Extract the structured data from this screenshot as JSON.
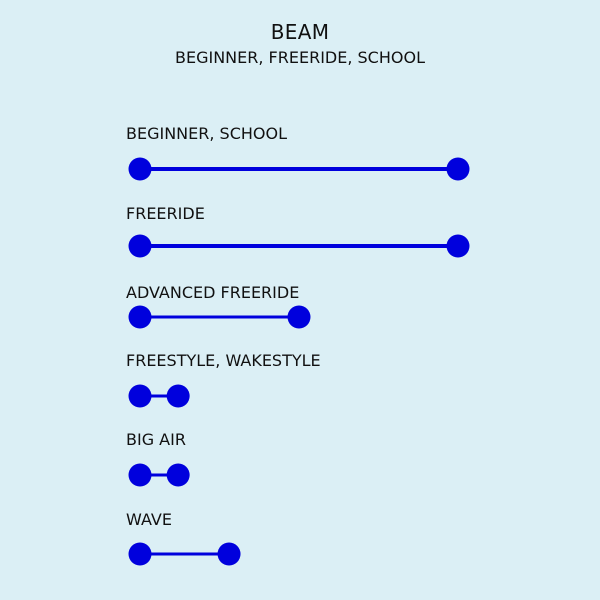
{
  "header": {
    "title": "BEAM",
    "subtitle": "BEGINNER, FREERIDE, SCHOOL"
  },
  "colors": {
    "background": "#dbeff5",
    "bar": "#0000dd"
  },
  "scale_max": 100,
  "rows": [
    {
      "label": "BEGINNER, SCHOOL",
      "value": 100
    },
    {
      "label": "FREERIDE",
      "value": 100
    },
    {
      "label": "ADVANCED FREERIDE",
      "value": 50
    },
    {
      "label": "FREESTYLE, WAKESTYLE",
      "value": 12
    },
    {
      "label": "BIG AIR",
      "value": 12
    },
    {
      "label": "WAVE",
      "value": 28
    }
  ]
}
